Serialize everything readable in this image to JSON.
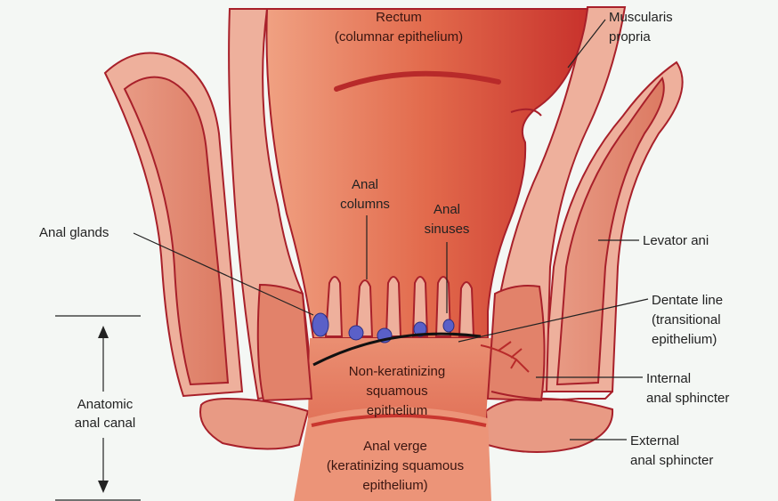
{
  "labels": {
    "rectum_1": "Rectum",
    "rectum_2": "(columnar epithelium)",
    "muscularis_1": "Muscularis",
    "muscularis_2": "propria",
    "anal_columns_1": "Anal",
    "anal_columns_2": "columns",
    "anal_sinuses_1": "Anal",
    "anal_sinuses_2": "sinuses",
    "anal_glands": "Anal glands",
    "levator_ani": "Levator ani",
    "dentate_1": "Dentate line",
    "dentate_2": "(transitional",
    "dentate_3": "epithelium)",
    "nonker_1": "Non-keratinizing",
    "nonker_2": "squamous",
    "nonker_3": "epithelium",
    "anatomic_1": "Anatomic",
    "anatomic_2": "anal canal",
    "internal_1": "Internal",
    "internal_2": "anal sphincter",
    "external_1": "External",
    "external_2": "anal sphincter",
    "verge_1": "Anal verge",
    "verge_2": "(keratinizing squamous",
    "verge_3": "epithelium)"
  },
  "colors": {
    "background": "#f4f7f4",
    "muscle_outer": "#eeb09c",
    "muscle": "#e2826a",
    "lumen": "#e56f4f",
    "lumen_dark": "#c93a30",
    "wall_line": "#a8202a",
    "gland": "#5a60c8"
  }
}
